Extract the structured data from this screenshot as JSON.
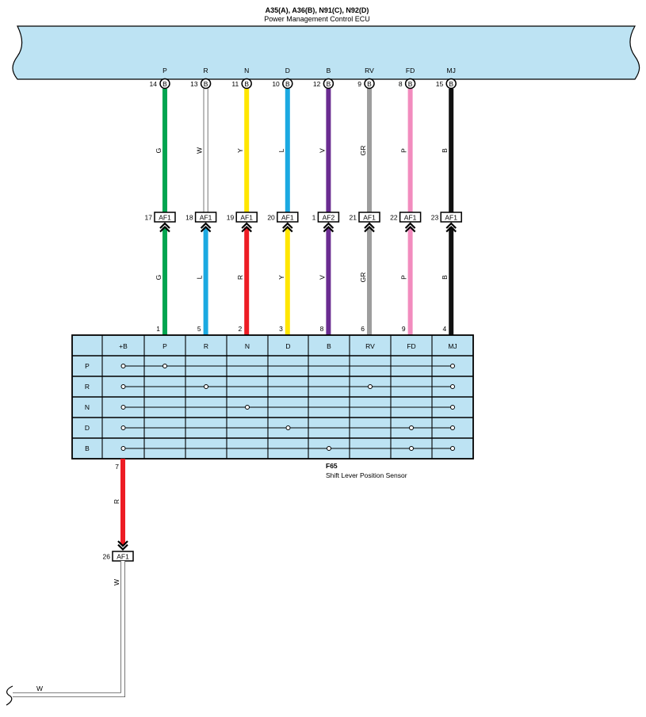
{
  "ecu": {
    "ref": "A35(A), A36(B), N91(C), N92(D)",
    "name": "Power Management Control ECU",
    "fill": "#bde3f3"
  },
  "columns": [
    {
      "sig": "P",
      "ecu_pin": "14",
      "conn": "B",
      "top_wire": "G",
      "top_color": "#00a550",
      "jc_pin": "17",
      "jc": "AF1",
      "bot_wire": "G",
      "bot_color": "#00a550",
      "sensor_pin": "1"
    },
    {
      "sig": "R",
      "ecu_pin": "13",
      "conn": "B",
      "top_wire": "W",
      "top_color": "#ffffff",
      "jc_pin": "18",
      "jc": "AF1",
      "bot_wire": "L",
      "bot_color": "#1ba9e1",
      "sensor_pin": "5"
    },
    {
      "sig": "N",
      "ecu_pin": "11",
      "conn": "B",
      "top_wire": "Y",
      "top_color": "#ffe600",
      "jc_pin": "19",
      "jc": "AF1",
      "bot_wire": "R",
      "bot_color": "#ed1c24",
      "sensor_pin": "2"
    },
    {
      "sig": "D",
      "ecu_pin": "10",
      "conn": "B",
      "top_wire": "L",
      "top_color": "#1ba9e1",
      "jc_pin": "20",
      "jc": "AF1",
      "bot_wire": "Y",
      "bot_color": "#ffe600",
      "sensor_pin": "3"
    },
    {
      "sig": "B",
      "ecu_pin": "12",
      "conn": "B",
      "top_wire": "V",
      "top_color": "#6a2c91",
      "jc_pin": "1",
      "jc": "AF2",
      "bot_wire": "V",
      "bot_color": "#6a2c91",
      "sensor_pin": "8"
    },
    {
      "sig": "RV",
      "ecu_pin": "9",
      "conn": "B",
      "top_wire": "GR",
      "top_color": "#9d9d9d",
      "jc_pin": "21",
      "jc": "AF1",
      "bot_wire": "GR",
      "bot_color": "#9d9d9d",
      "sensor_pin": "6"
    },
    {
      "sig": "FD",
      "ecu_pin": "8",
      "conn": "B",
      "top_wire": "P",
      "top_color": "#f28cbe",
      "jc_pin": "22",
      "jc": "AF1",
      "bot_wire": "P",
      "bot_color": "#f28cbe",
      "sensor_pin": "9"
    },
    {
      "sig": "MJ",
      "ecu_pin": "15",
      "conn": "B",
      "top_wire": "B",
      "top_color": "#111111",
      "jc_pin": "23",
      "jc": "AF1",
      "bot_wire": "B",
      "bot_color": "#111111",
      "sensor_pin": "4"
    }
  ],
  "sensor": {
    "ref": "F65",
    "name": "Shift Lever Position Sensor",
    "fill": "#bde3f3",
    "header": [
      "+B",
      "P",
      "R",
      "N",
      "D",
      "B",
      "RV",
      "FD",
      "MJ"
    ],
    "rows": [
      {
        "label": "P",
        "dots": [
          "+B",
          "P",
          "MJ"
        ]
      },
      {
        "label": "R",
        "dots": [
          "+B",
          "R",
          "RV",
          "MJ"
        ]
      },
      {
        "label": "N",
        "dots": [
          "+B",
          "N",
          "MJ"
        ]
      },
      {
        "label": "D",
        "dots": [
          "+B",
          "D",
          "FD",
          "MJ"
        ]
      },
      {
        "label": "B",
        "dots": [
          "+B",
          "B",
          "FD",
          "MJ"
        ]
      }
    ]
  },
  "supply": {
    "sensor_pin": "7",
    "wire": "R",
    "color": "#ed1c24",
    "jc_pin": "26",
    "jc": "AF1",
    "lower_wire": "W",
    "end_wire": "W"
  }
}
